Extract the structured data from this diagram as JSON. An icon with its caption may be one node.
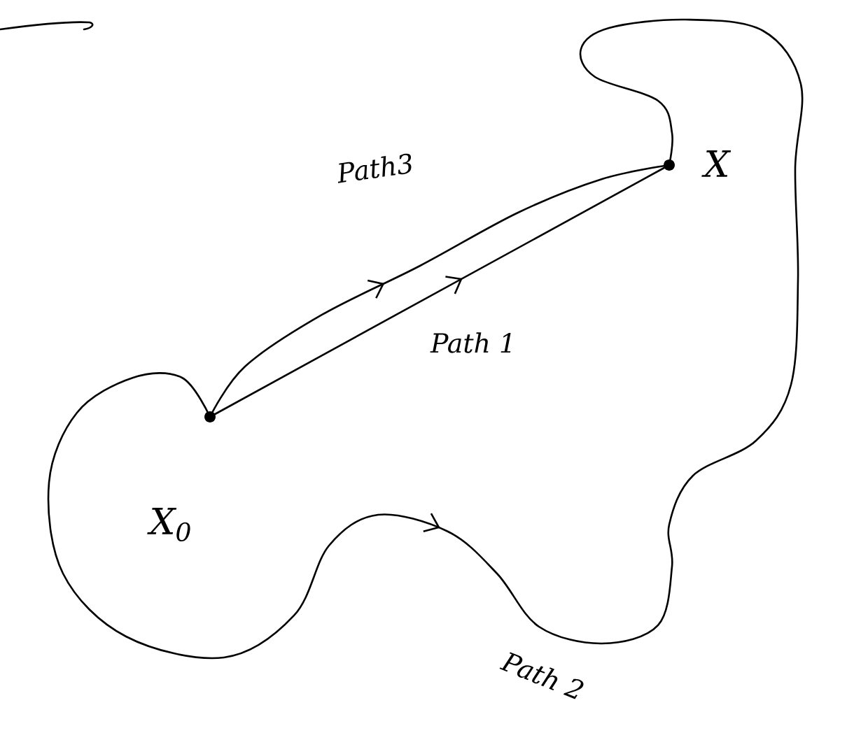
{
  "diagram": {
    "nodes": [
      {
        "text": [],
        "shape": "circle",
        "beside": [
          "X$_{0}$"
        ]
      },
      {
        "text": [],
        "shape": "circle",
        "beside": [
          "X"
        ]
      }
    ],
    "edges": [
      {
        "from": 0,
        "to": 1,
        "arrow": "to",
        "label": "Path3"
      },
      {
        "from": 0,
        "to": 1,
        "arrow": "to",
        "label": "Path 1"
      },
      {
        "from": 0,
        "to": 1,
        "arrow": "to",
        "label": "Path 2"
      }
    ]
  }
}
